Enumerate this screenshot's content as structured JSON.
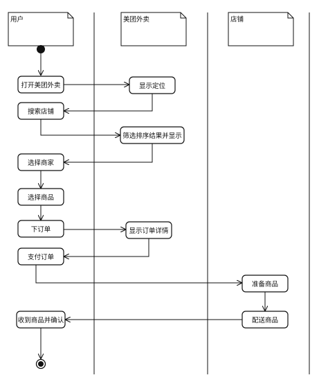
{
  "lanes": [
    {
      "name": "用户"
    },
    {
      "name": "美团外卖"
    },
    {
      "name": "店铺"
    }
  ],
  "activities": {
    "open_app": "打开美团外卖",
    "show_location": "显示定位",
    "search_store": "搜索店铺",
    "filter_sort": "筛选排序结果并显示",
    "choose_merchant": "选择商家",
    "choose_goods": "选择商品",
    "place_order": "下订单",
    "show_order_detail": "显示订单详情",
    "pay_order": "支付订单",
    "prepare_goods": "准备商品",
    "deliver_goods": "配送商品",
    "receive_confirm": "收到商品并确认"
  }
}
